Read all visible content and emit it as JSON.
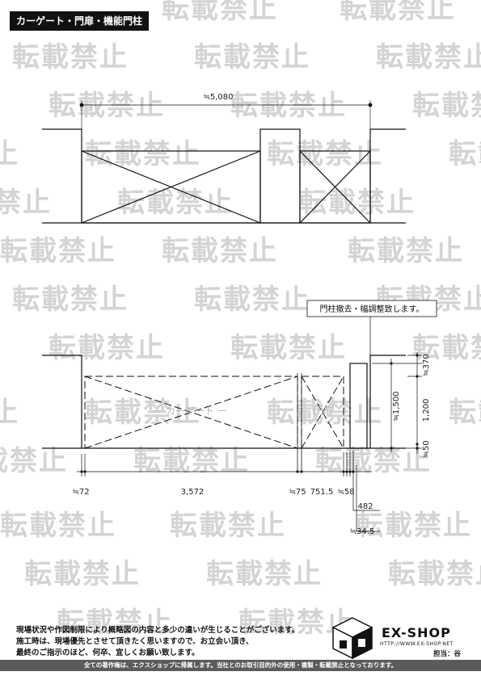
{
  "header": {
    "title": "カーゲート・門扉・機能門柱"
  },
  "watermark": {
    "text": "転載禁止"
  },
  "top_drawing": {
    "overall_dim": "≒5,080"
  },
  "bottom_drawing": {
    "callout": "門柱撤去・幅調整致します。",
    "ghost_labels": [
      "ー カーゲート ー",
      "門扉"
    ],
    "dims": {
      "d72": "≒72",
      "d3572": "3,572",
      "d75": "≒75",
      "d7515": "751.5",
      "d58": "≒58",
      "d482": "482",
      "d345": "≒34.5",
      "d1500": "≒1,500",
      "d1200": "1,200",
      "d370": "≒370",
      "d50": "≒50"
    }
  },
  "notes": [
    "現場状況や作図制限により概略図の内容と多少の違いが生じることがございます。",
    "施工時は、現場優先とさせて頂きたく思いますので、お立会い頂き、",
    "最終のご指示のほど、何卒、宜しくお願い致します。"
  ],
  "brand": {
    "name": "EX-SHOP",
    "url": "HTTP://WWW.EX-SHOP.NET",
    "staff": "担当：谷"
  },
  "footer": "全ての著作権は、エクスショップに帰属します。当社とのお取引目的外の使用・複製・転載禁止となっております。"
}
